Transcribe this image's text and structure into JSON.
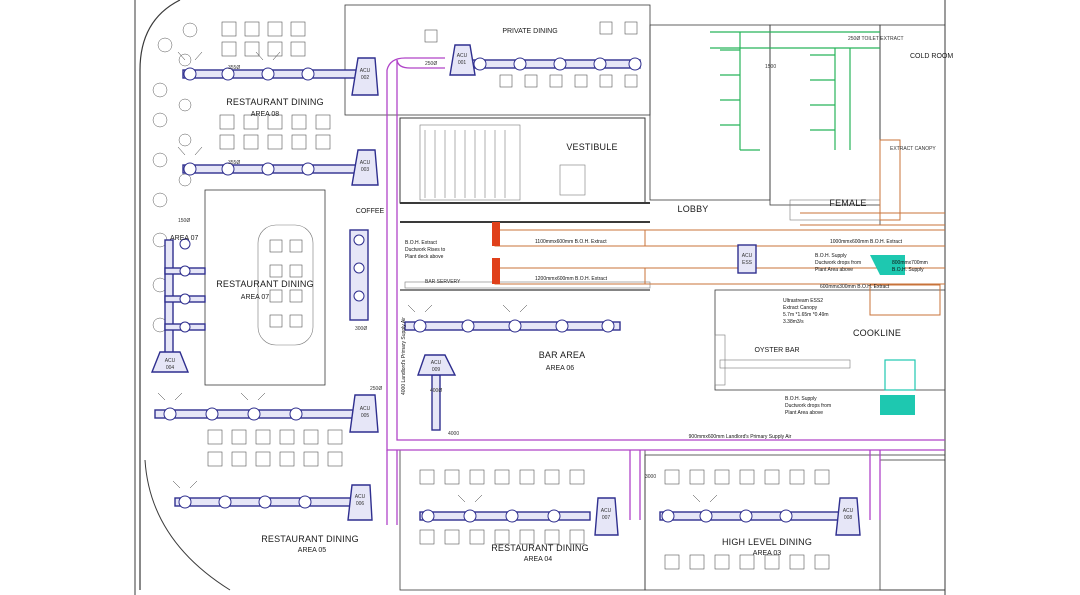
{
  "labels": {
    "private_dining": "PRIVATE DINING",
    "toilet_extract": "250Ø TOILET EXTRACT",
    "cold_room": "COLD ROOM",
    "restaurant_dining_08": "RESTAURANT DINING",
    "area_08": "AREA 08",
    "vestibule": "VESTIBULE",
    "coffee": "COFFEE",
    "lobby": "LOBBY",
    "female": "FEMALE",
    "area_07_left": "AREA 07",
    "restaurant_dining_07": "RESTAURANT DINING",
    "area_07": "AREA 07",
    "boh_extract_note_1": "B.O.H. Extract",
    "boh_extract_note_2": "Ductwork Rises to",
    "boh_extract_note_3": "Plant deck above",
    "bar_servery": "BAR SERVERY",
    "duct_1100": "1100mmx600mm B.O.H. Extract",
    "duct_1200": "1200mmx600mm B.O.H. Extract",
    "duct_1000": "1000mmx600mm B.O.H. Extract",
    "boh_supply_1": "B.O.H. Supply",
    "boh_supply_2": "Ductwork drops from",
    "boh_supply_3": "Plant Area above",
    "duct_800": "800mmx700mm",
    "boh_supply_short": "B.O.H. Supply",
    "duct_600": "600mmx300mm B.O.H. Extract",
    "ultrastream_1": "Ultrastream ESS2",
    "ultrastream_2": "Extract Canopy",
    "ultrastream_3": "5.7m *1.65m *0.49m",
    "ultrastream_4": "3.38m3/s",
    "cookline": "COOKLINE",
    "oyster_bar": "OYSTER BAR",
    "bar_area": "BAR AREA",
    "area_06": "AREA 06",
    "boh_supply_b1": "B.O.H. Supply",
    "boh_supply_b2": "Ductwork drops from",
    "boh_supply_b3": "Plant Area above",
    "landlord_horizontal": "900mmx600mm Landlord's Primary Supply Air",
    "landlord_vertical": "4000 Landlord's Primary Supply Air",
    "restaurant_dining_05": "RESTAURANT DINING",
    "area_05": "AREA 05",
    "restaurant_dining_04": "RESTAURANT DINING",
    "area_04": "AREA 04",
    "high_level_dining": "HIGH LEVEL DINING",
    "area_03": "AREA 03",
    "extract_canopy": "EXTRACT CANOPY"
  },
  "acu_units": [
    {
      "id": "acu_001",
      "label": "ACU",
      "number": "001"
    },
    {
      "id": "acu_002",
      "label": "ACU",
      "number": "002"
    },
    {
      "id": "acu_003",
      "label": "ACU",
      "number": "003"
    },
    {
      "id": "acu_004",
      "label": "ACU",
      "number": "004"
    },
    {
      "id": "acu_005",
      "label": "ACU",
      "number": "005"
    },
    {
      "id": "acu_006",
      "label": "ACU",
      "number": "006"
    },
    {
      "id": "acu_007",
      "label": "ACU",
      "number": "007"
    },
    {
      "id": "acu_008",
      "label": "ACU",
      "number": "008"
    },
    {
      "id": "acu_009",
      "label": "ACU",
      "number": "009"
    },
    {
      "id": "acu_ess",
      "label": "ACU",
      "number": "ESS"
    }
  ],
  "dimensions": {
    "d355": "355Ø",
    "d250": "250Ø",
    "d150": "150Ø",
    "d400": "400Ø",
    "d300": "300Ø",
    "d1500": "1500",
    "d4000": "4000",
    "d3000": "3000",
    "d355b": "355Ø",
    "d250b": "250Ø"
  },
  "colors": {
    "supply_duct": "#b044c8",
    "ac_duct": "#2f2f8f",
    "extract_duct": "#c8733a",
    "toilet_extract": "#27b45a",
    "riser": "#e0401a",
    "cyan_unit": "#1ec8b0"
  }
}
